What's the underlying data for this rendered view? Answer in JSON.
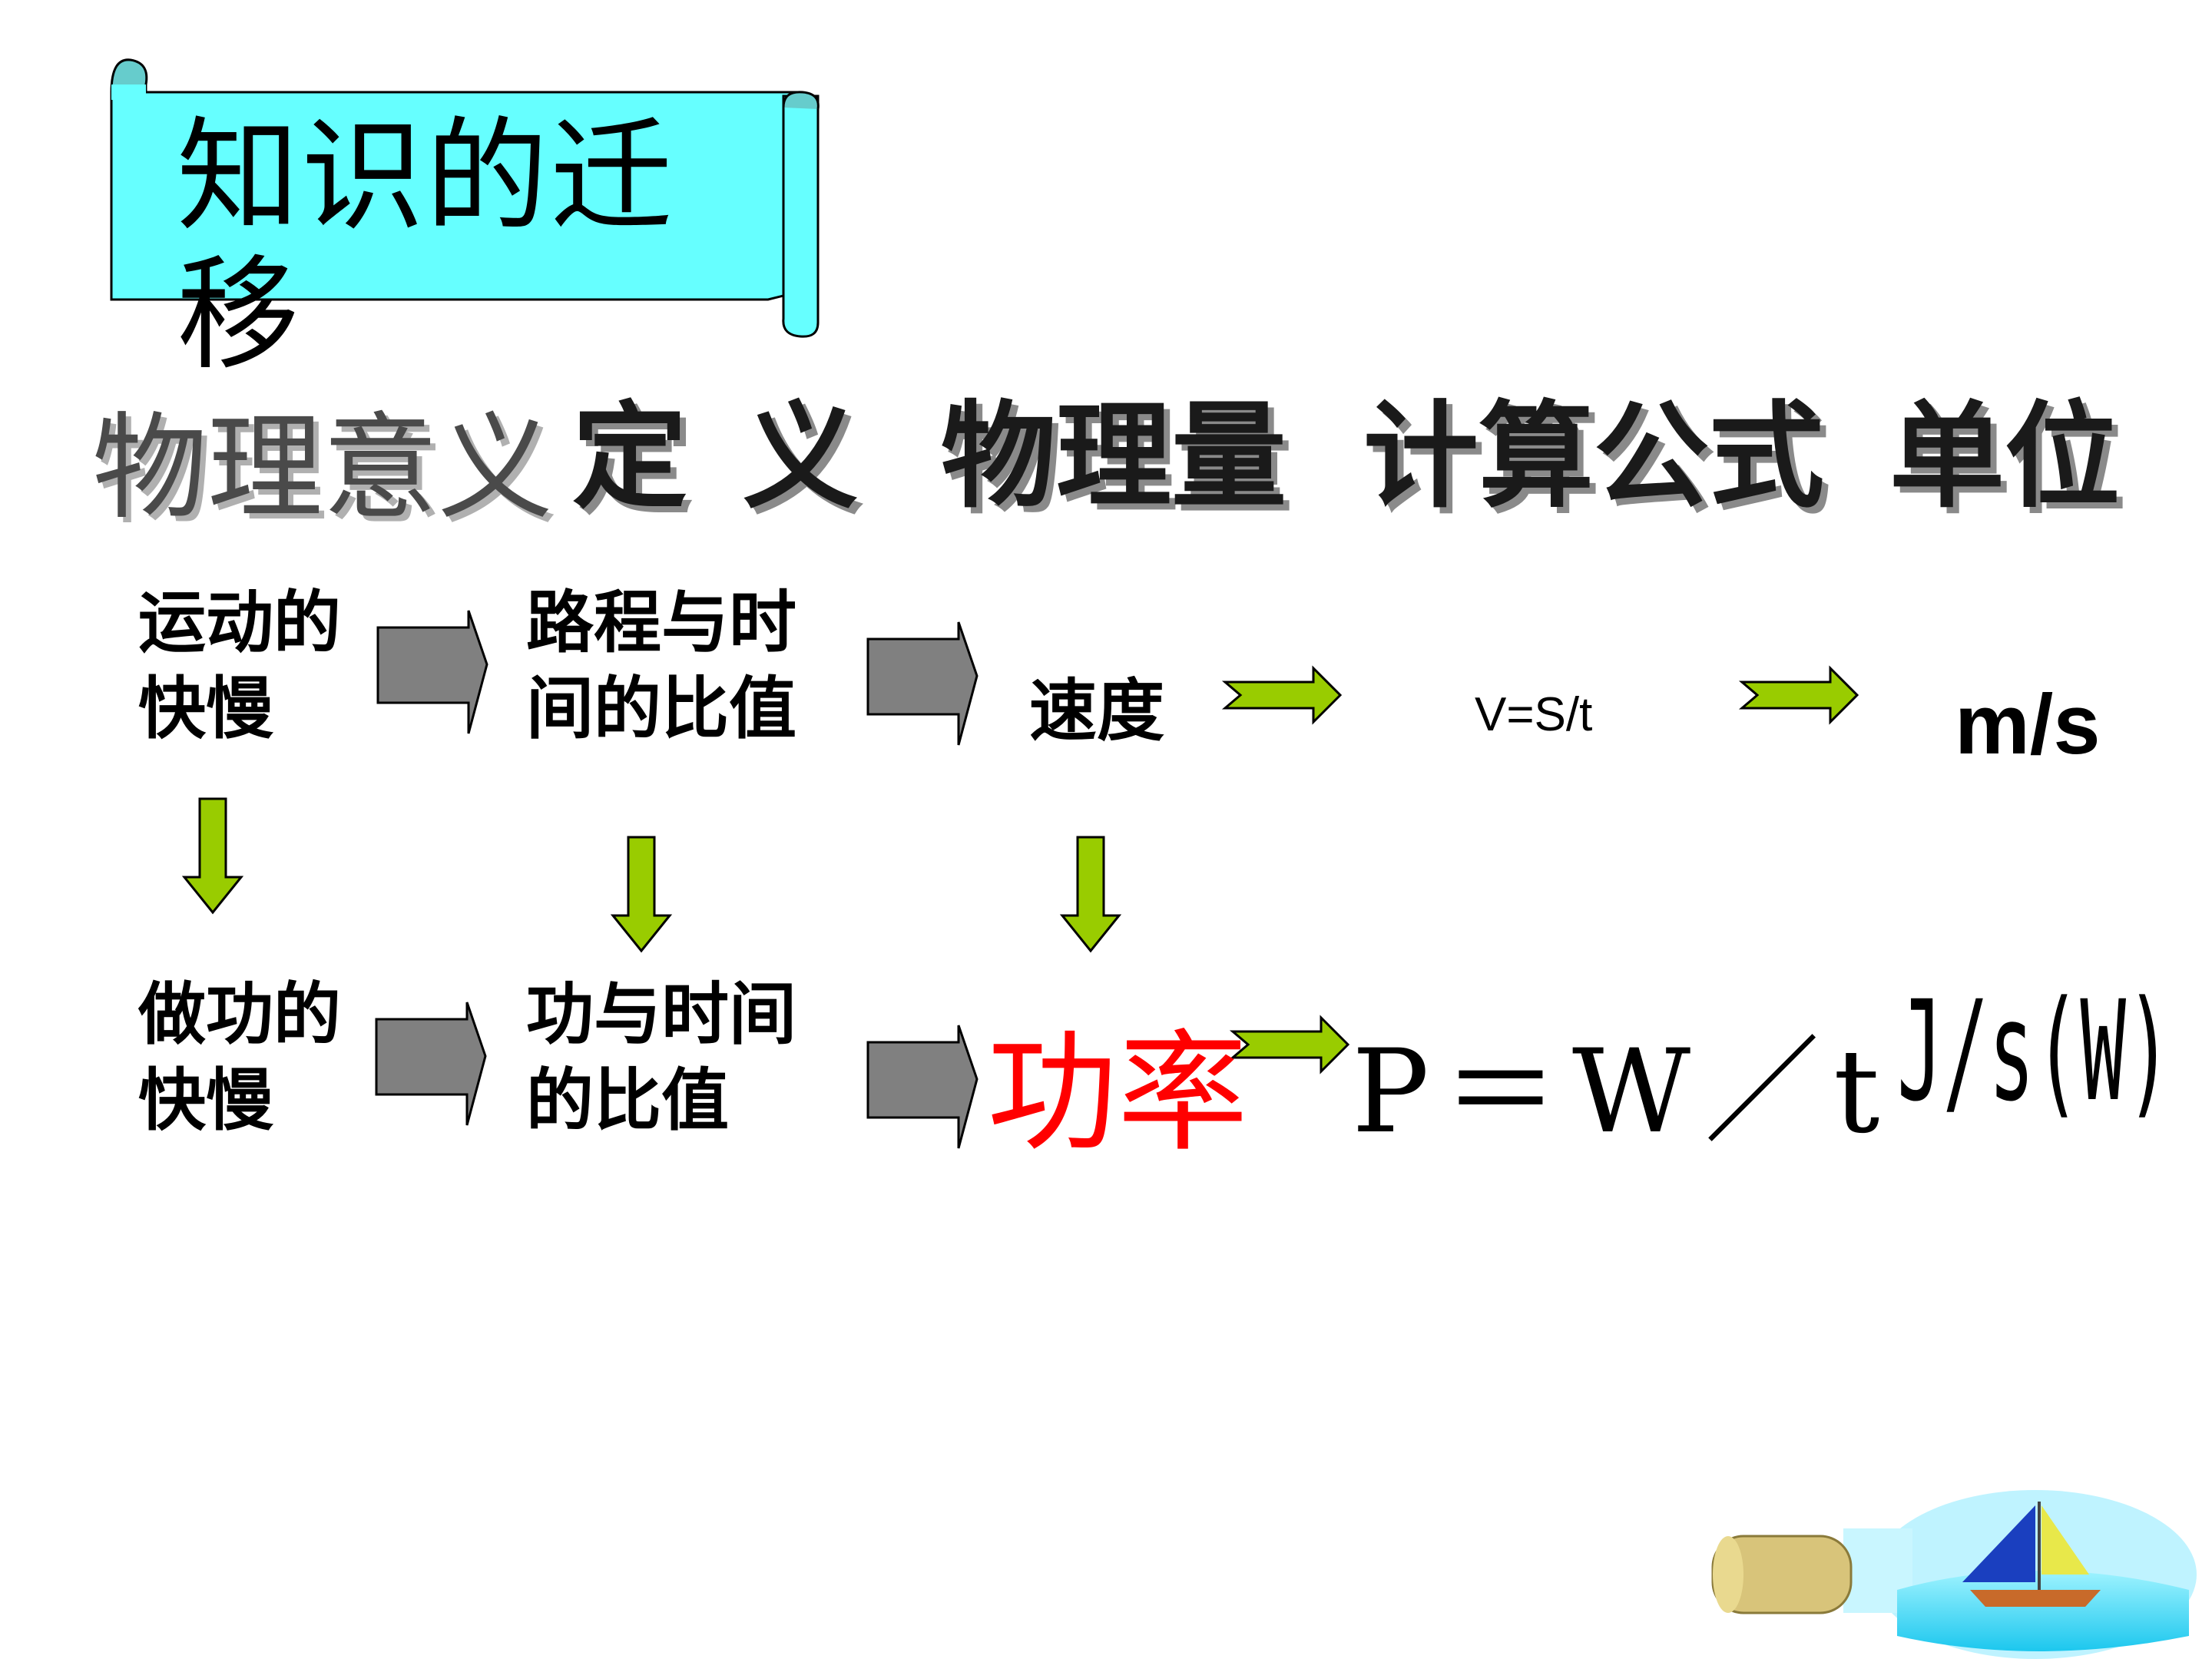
{
  "slide": {
    "title": "知识的迁移",
    "headers": [
      "物理意义",
      "定 义",
      "物理量",
      "计算公式",
      "单位"
    ],
    "row_speed": {
      "meaning": [
        "运动的",
        "快慢"
      ],
      "definition": [
        "路程与时",
        "间的比值"
      ],
      "quantity": "速度",
      "formula": "V=S/t",
      "unit": "m/s"
    },
    "row_power": {
      "meaning": [
        "做功的",
        "快慢"
      ],
      "definition": [
        "功与时间",
        "的比值"
      ],
      "quantity": "功率",
      "formula": "P＝W／t",
      "unit": "J/s(W)"
    }
  },
  "colors": {
    "scroll_fill": "#66FFFF",
    "scroll_stroke": "#000000",
    "gray_arrow": "#808080",
    "green_arrow": "#99CC00",
    "power_text": "#FF0000"
  },
  "icons": {
    "gray-block-arrow": "gray-block-arrow-icon",
    "green-arrow": "green-arrow-icon",
    "bottle-ship": "ship-in-bottle-icon"
  }
}
